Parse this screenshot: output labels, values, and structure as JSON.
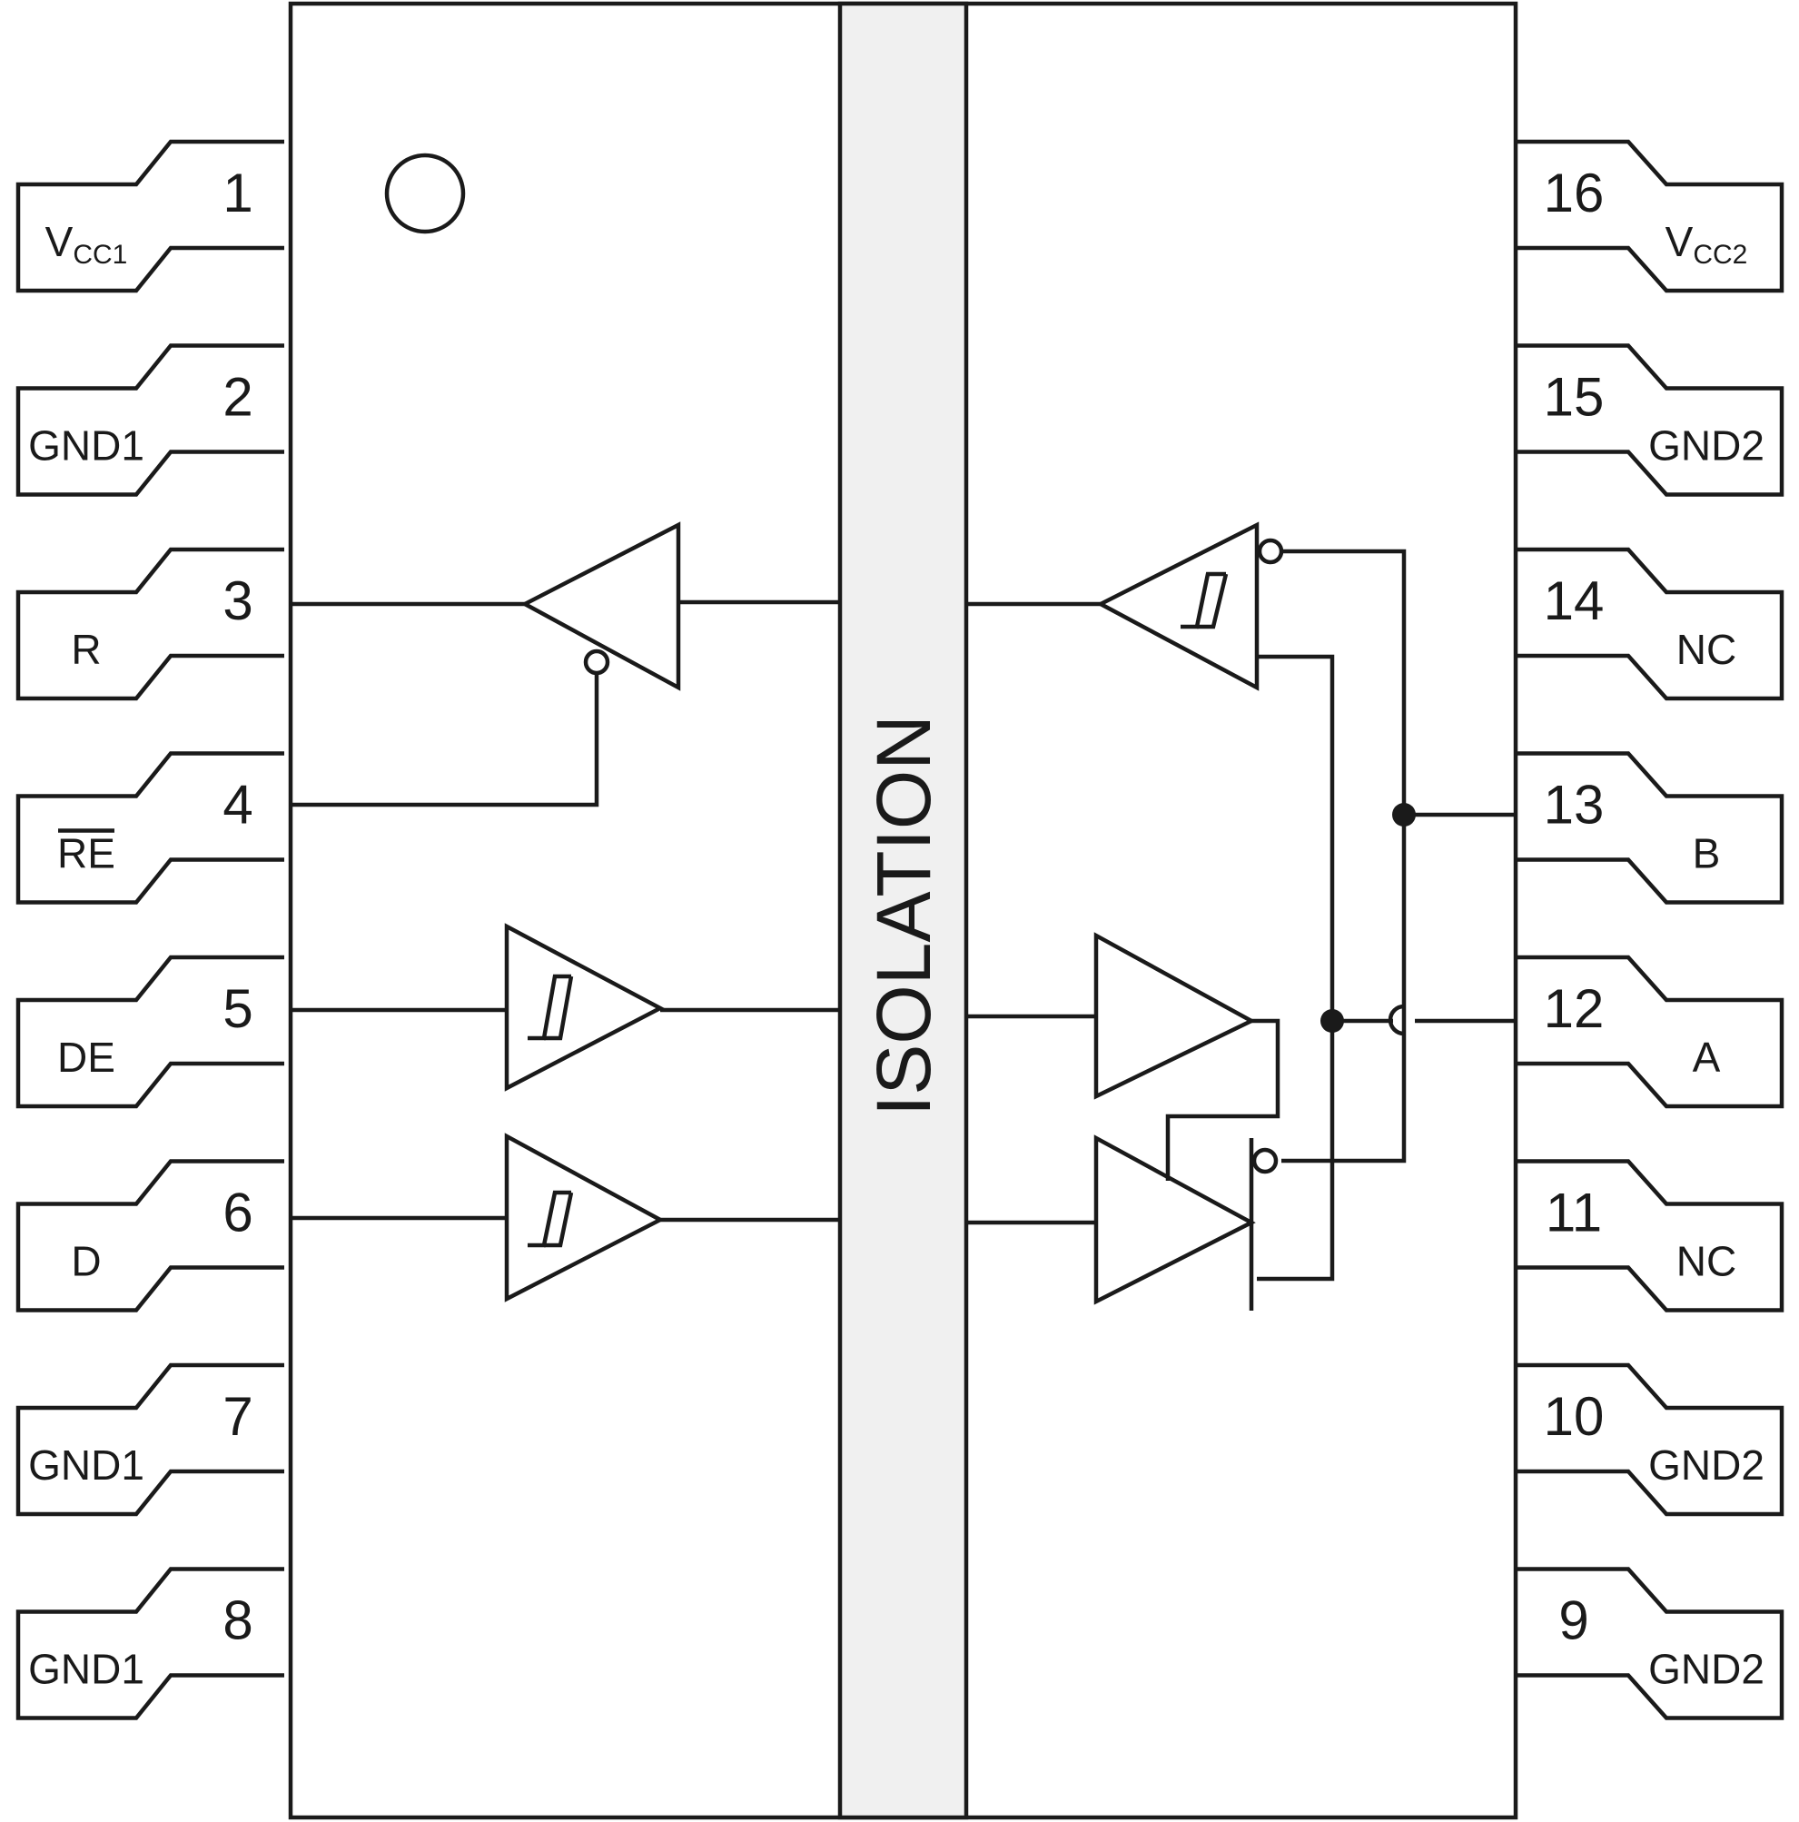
{
  "pins_left": [
    {
      "number": "1",
      "label": "V",
      "sub": "CC1"
    },
    {
      "number": "2",
      "label": "GND1",
      "sub": ""
    },
    {
      "number": "3",
      "label": "R",
      "sub": ""
    },
    {
      "number": "4",
      "label": "RE",
      "sub": "",
      "overline": true
    },
    {
      "number": "5",
      "label": "DE",
      "sub": ""
    },
    {
      "number": "6",
      "label": "D",
      "sub": ""
    },
    {
      "number": "7",
      "label": "GND1",
      "sub": ""
    },
    {
      "number": "8",
      "label": "GND1",
      "sub": ""
    }
  ],
  "pins_right": [
    {
      "number": "16",
      "label": "V",
      "sub": "CC2"
    },
    {
      "number": "15",
      "label": "GND2",
      "sub": ""
    },
    {
      "number": "14",
      "label": "NC",
      "sub": ""
    },
    {
      "number": "13",
      "label": "B",
      "sub": ""
    },
    {
      "number": "12",
      "label": "A",
      "sub": ""
    },
    {
      "number": "11",
      "label": "NC",
      "sub": ""
    },
    {
      "number": "10",
      "label": "GND2",
      "sub": ""
    },
    {
      "number": "9",
      "label": "GND2",
      "sub": ""
    }
  ],
  "isolation_label": "ISOLATION",
  "colors": {
    "stroke": "#1a1a1a",
    "barrier_fill": "#f0f0f0",
    "background": "#ffffff"
  }
}
